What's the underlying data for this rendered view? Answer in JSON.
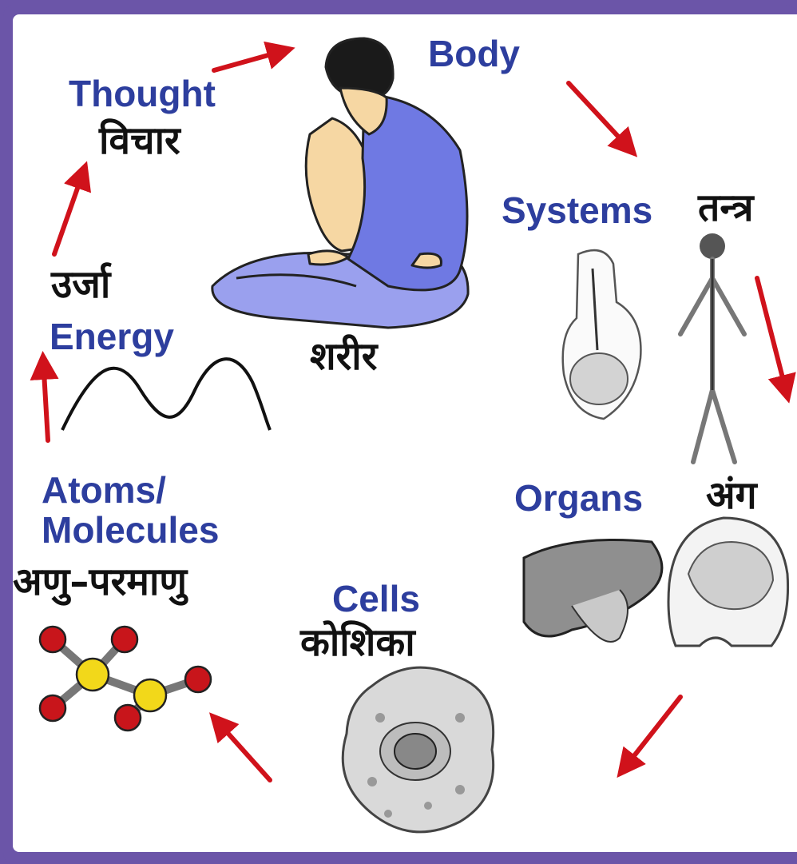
{
  "labels": {
    "body_en": "Body",
    "body_hi": "शरीर",
    "thought_en": "Thought",
    "thought_hi": "विचार",
    "energy_en": "Energy",
    "energy_hi": "उर्जा",
    "atoms_en_line1": "Atoms/",
    "atoms_en_line2": "Molecules",
    "atoms_hi": "अणु–परमाणु",
    "cells_en": "Cells",
    "cells_hi": "कोशिका",
    "organs_en": "Organs",
    "organs_hi": "अंग",
    "systems_en": "Systems",
    "systems_hi": "तन्त्र"
  },
  "colors": {
    "frame": "#6b55a8",
    "english_label": "#2d3e9e",
    "hindi_label": "#111111",
    "arrow": "#d0121b",
    "robe": "#6f79e3",
    "skin": "#f6d7a3"
  },
  "icons": {
    "body": "meditating-person-icon",
    "energy": "sine-wave-icon",
    "atoms": "molecule-model-icon",
    "cells": "cell-icon",
    "organs": "liver-brain-icon",
    "systems": "digestive-nervous-system-icon"
  }
}
